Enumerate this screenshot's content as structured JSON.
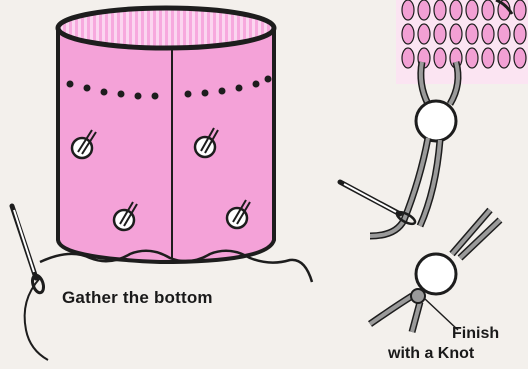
{
  "captions": {
    "gather": "Gather the bottom",
    "finish_line1": "Finish",
    "finish_line2": "with a Knot"
  },
  "colors": {
    "background": "#f3f0ec",
    "pink_fabric": "#f6a6dc",
    "pink_light": "#fbd0ee",
    "outline": "#1d1d1d",
    "yarn": "#8c8c8c"
  },
  "icons": [
    "tube-illustration",
    "needle-icon",
    "knit-stitches",
    "button-icon",
    "knot-icon"
  ]
}
